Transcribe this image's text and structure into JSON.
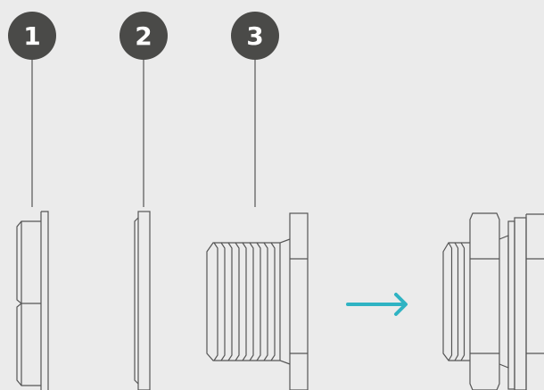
{
  "callouts": [
    {
      "number": "1",
      "part": "lock-nut"
    },
    {
      "number": "2",
      "part": "washer"
    },
    {
      "number": "3",
      "part": "threaded-fitting"
    }
  ],
  "colors": {
    "background": "#ebebeb",
    "callout_fill": "#4a4a48",
    "callout_text": "#ffffff",
    "line": "#555555",
    "arrow": "#2fb3c3"
  },
  "icons": {
    "arrow": "arrow-right-icon"
  }
}
